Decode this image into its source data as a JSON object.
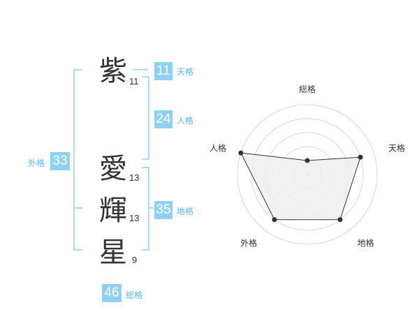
{
  "name": {
    "surname": [
      {
        "char": "紫",
        "strokes": "11"
      }
    ],
    "given": [
      {
        "char": "愛",
        "strokes": "13"
      },
      {
        "char": "輝",
        "strokes": "13"
      },
      {
        "char": "星",
        "strokes": "9"
      }
    ]
  },
  "fortunes": {
    "tenkaku": {
      "label": "天格",
      "value": "11"
    },
    "jinkaku": {
      "label": "人格",
      "value": "24"
    },
    "chikaku": {
      "label": "地格",
      "value": "35"
    },
    "gaikaku": {
      "label": "外格",
      "value": "33"
    },
    "soukaku": {
      "label": "総格",
      "value": "46"
    }
  },
  "colors": {
    "accent": "#8fd0f5",
    "accent_text": "#59b7ec",
    "bracket": "#8fd0f5",
    "kanji": "#333333",
    "ring": "#d8d8d8",
    "polygon_fill": "#eeeeee",
    "polygon_stroke": "#333333"
  },
  "chart_data": {
    "type": "radar",
    "axes": [
      "総格",
      "天格",
      "地格",
      "外格",
      "人格"
    ],
    "values": [
      1,
      4,
      4,
      4,
      5
    ],
    "rmax": 5,
    "rings": 5,
    "grid": true
  }
}
